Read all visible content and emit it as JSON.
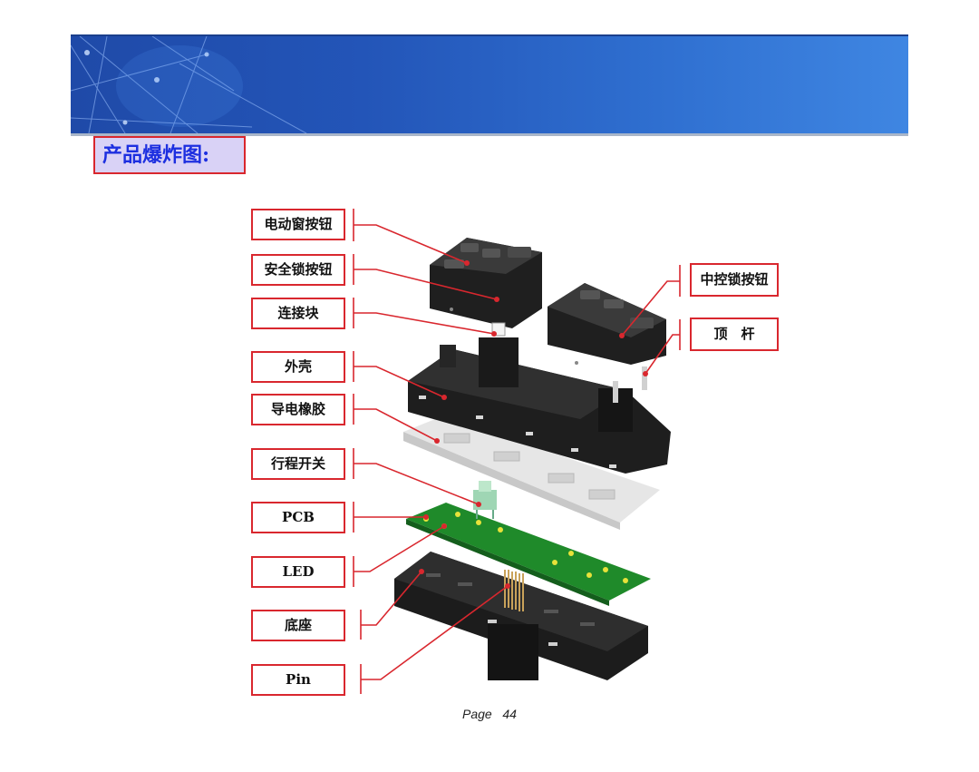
{
  "section_title": "产品爆炸图:",
  "labels_left": [
    "电动窗按钮",
    "安全锁按钮",
    "连接块",
    "外壳",
    "导电橡胶",
    "行程开关",
    "PCB",
    "LED",
    "底座",
    "Pin"
  ],
  "labels_right": [
    "中控锁按钮",
    "顶　杆"
  ],
  "footer": {
    "page_word": "Page",
    "page_number": "44"
  },
  "colors": {
    "callout": "#d9272e",
    "title_text": "#1d2fe0",
    "title_bg": "#d9d2f6",
    "banner": "#2355b8",
    "pcb": "#1f8a2a"
  }
}
